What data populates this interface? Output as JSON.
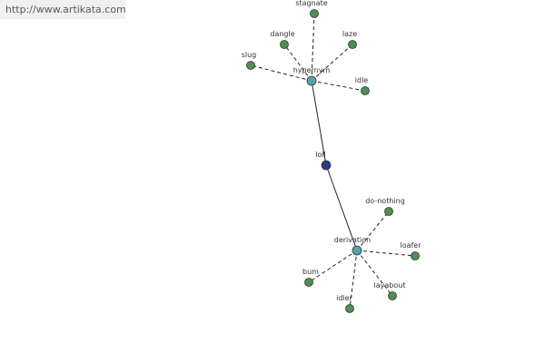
{
  "source_url": "http://www.artikata.com",
  "graph": {
    "center": {
      "id": "loll",
      "label": "loll",
      "color": "#2a3a8a"
    },
    "hubs": [
      {
        "id": "hypernym",
        "label": "hypernym",
        "color": "#5aa0a8"
      },
      {
        "id": "derivation",
        "label": "derivation",
        "color": "#5aa0a8"
      }
    ],
    "leaves": [
      {
        "id": "stagnate",
        "label": "stagnate",
        "hub": "hypernym",
        "color": "#4f8f4f"
      },
      {
        "id": "dangle",
        "label": "dangle",
        "hub": "hypernym",
        "color": "#4f8f4f"
      },
      {
        "id": "laze",
        "label": "laze",
        "hub": "hypernym",
        "color": "#4f8f4f"
      },
      {
        "id": "slug",
        "label": "slug",
        "hub": "hypernym",
        "color": "#4f8f4f"
      },
      {
        "id": "idle-verb",
        "label": "idle",
        "hub": "hypernym",
        "color": "#4f8f4f"
      },
      {
        "id": "do-nothing",
        "label": "do-nothing",
        "hub": "derivation",
        "color": "#4f8f4f"
      },
      {
        "id": "loafer",
        "label": "loafer",
        "hub": "derivation",
        "color": "#4f8f4f"
      },
      {
        "id": "bum",
        "label": "bum",
        "hub": "derivation",
        "color": "#4f8f4f"
      },
      {
        "id": "layabout",
        "label": "layabout",
        "hub": "derivation",
        "color": "#4f8f4f"
      },
      {
        "id": "idler",
        "label": "idler",
        "hub": "derivation",
        "color": "#4f8f4f"
      }
    ]
  }
}
